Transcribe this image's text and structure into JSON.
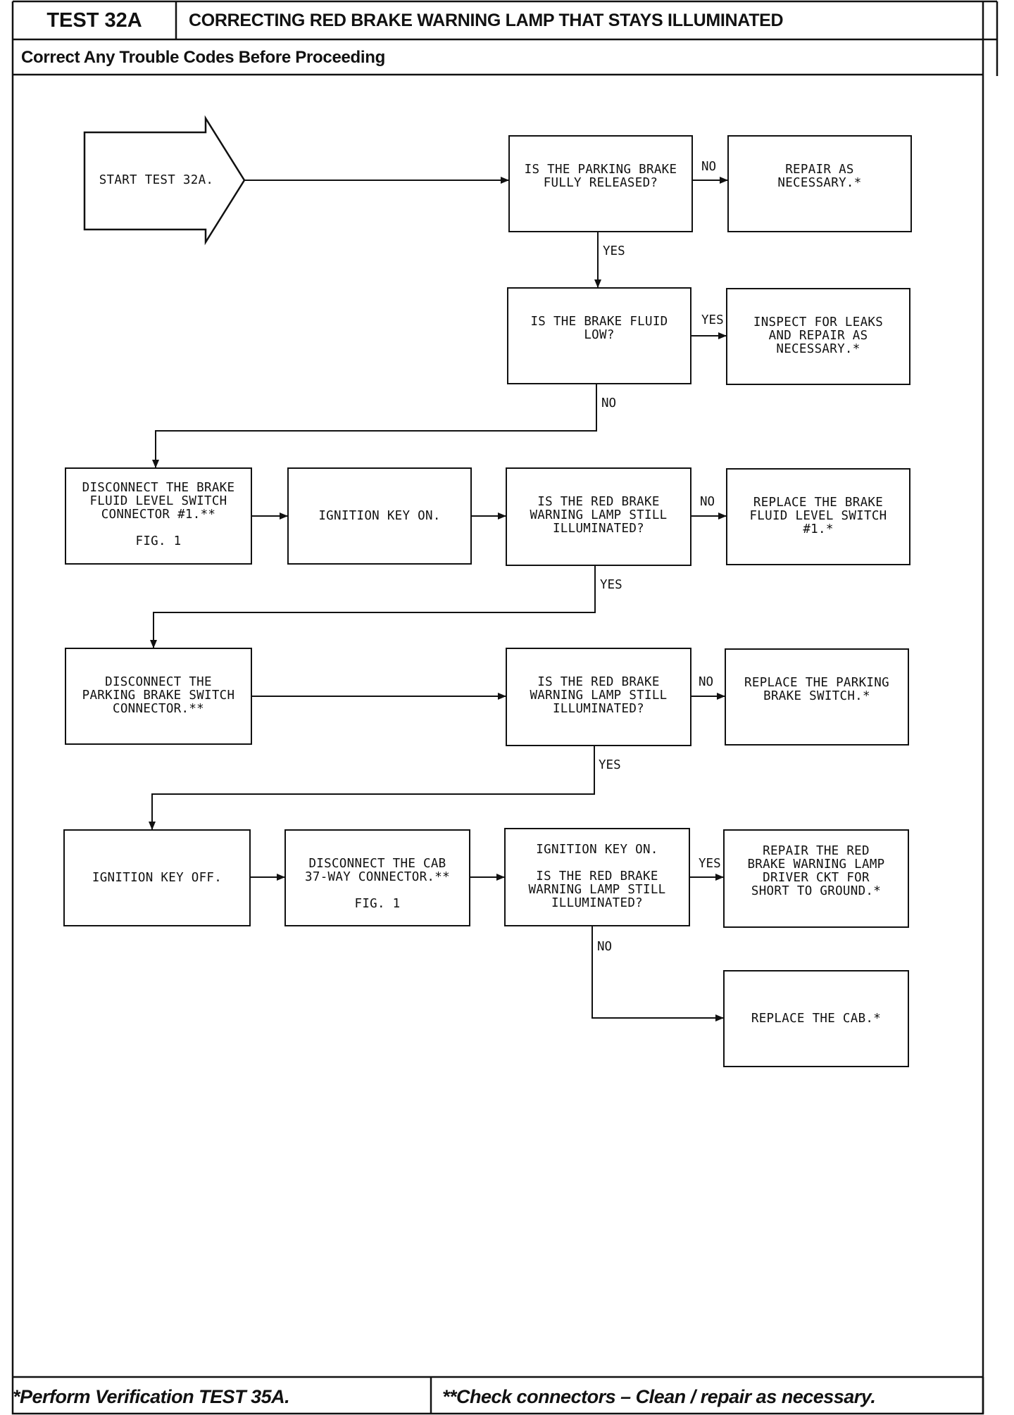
{
  "header": {
    "test_id": "TEST 32A",
    "title": "CORRECTING RED BRAKE WARNING LAMP THAT STAYS ILLUMINATED",
    "subtitle": "Correct Any Trouble Codes Before Proceeding"
  },
  "footer": {
    "note_left": "*Perform Verification TEST 35A.",
    "note_right": "**Check connectors – Clean / repair as necessary."
  },
  "nodes": {
    "start": "START TEST 32A.",
    "q_parking_released": "IS THE PARKING BRAKE\nFULLY RELEASED?",
    "repair_necessary": "REPAIR AS\nNECESSARY.*",
    "q_fluid_low": "IS THE BRAKE FLUID\nLOW?",
    "inspect_leaks": "INSPECT FOR LEAKS\nAND REPAIR AS\nNECESSARY.*",
    "disconnect_fluid_switch": "DISCONNECT THE BRAKE\nFLUID LEVEL SWITCH\nCONNECTOR #1.**\n\nFIG. 1",
    "ignition_on_1": "IGNITION KEY ON.",
    "q_lamp_still_1": "IS THE RED BRAKE\nWARNING LAMP STILL\nILLUMINATED?",
    "replace_fluid_switch": "REPLACE THE BRAKE\nFLUID LEVEL SWITCH\n#1.*",
    "disconnect_parking_switch": "DISCONNECT THE\nPARKING BRAKE SWITCH\nCONNECTOR.**",
    "q_lamp_still_2": "IS THE RED BRAKE\nWARNING LAMP STILL\nILLUMINATED?",
    "replace_parking_switch": "REPLACE THE PARKING\nBRAKE SWITCH.*",
    "ignition_off": "IGNITION KEY OFF.",
    "disconnect_cab": "DISCONNECT THE CAB\n37-WAY CONNECTOR.**\n\nFIG. 1",
    "q_lamp_still_3": "IGNITION KEY ON.\n\nIS THE RED BRAKE\nWARNING LAMP STILL\nILLUMINATED?",
    "repair_driver_ckt": "REPAIR THE RED\nBRAKE WARNING LAMP\nDRIVER CKT FOR\nSHORT TO GROUND.*",
    "replace_cab": "REPLACE THE CAB.*"
  },
  "edge_labels": {
    "e1_no": "NO",
    "e1_yes": "YES",
    "e2_yes": "YES",
    "e2_no": "NO",
    "e3_no": "NO",
    "e3_yes": "YES",
    "e4_no": "NO",
    "e4_yes": "YES",
    "e5_yes": "YES",
    "e5_no": "NO"
  }
}
